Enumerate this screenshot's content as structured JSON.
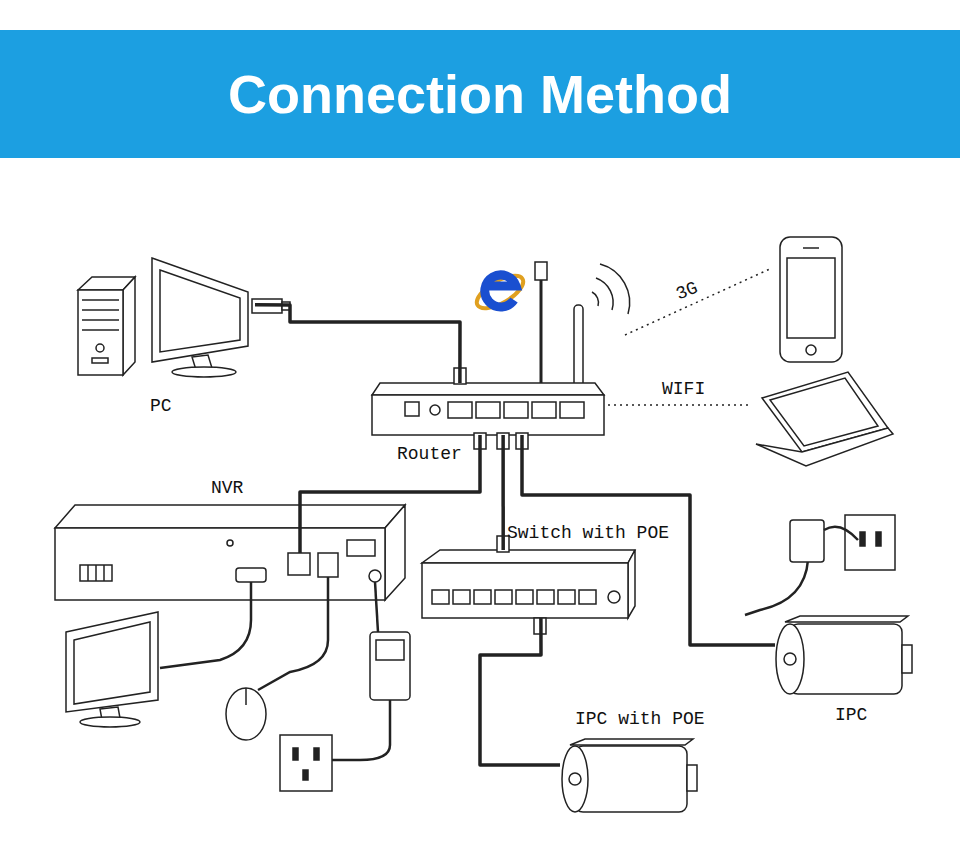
{
  "diagram": {
    "title": "Connection Method",
    "nodes": [
      {
        "text": [
          "PC"
        ]
      },
      {
        "text": [
          "Router"
        ]
      },
      {
        "text": [
          "NVR"
        ]
      },
      {
        "text": [
          "Switch with POE"
        ]
      },
      {
        "text": [
          "IPC with POE"
        ]
      },
      {
        "text": [
          "IPC"
        ]
      }
    ],
    "edges": [
      {
        "from": 0,
        "to": 1,
        "arrow": "none"
      },
      {
        "from": 1,
        "to": 2,
        "arrow": "none"
      },
      {
        "from": 1,
        "to": 3,
        "arrow": "none"
      },
      {
        "from": 1,
        "to": 5,
        "arrow": "none"
      },
      {
        "from": 3,
        "to": 4,
        "arrow": "none"
      }
    ],
    "labels": [
      "3G",
      "WIFI"
    ]
  }
}
